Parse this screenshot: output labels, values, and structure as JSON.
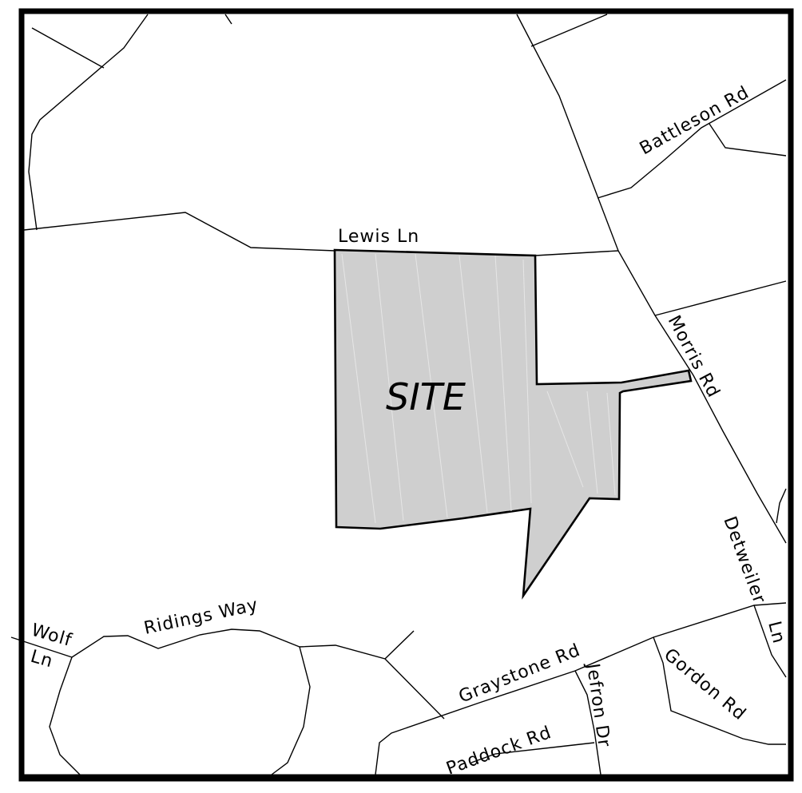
{
  "map": {
    "site_label": "SITE",
    "roads": {
      "lewis": "Lewis Ln",
      "battleson": "Battleson Rd",
      "morris": "Morris Rd",
      "detweiler_1": "Detweiler",
      "detweiler_2": "Ln",
      "ridings": "Ridings Way",
      "wolf_1": "Wolf",
      "wolf_2": "Ln",
      "graystone": "Graystone Rd",
      "jefron": "Jefron Dr",
      "gordon": "Gordon Rd",
      "paddock": "Paddock Rd"
    },
    "colors": {
      "site_fill": "#cfcfcf",
      "line": "#000000",
      "background": "#ffffff"
    }
  }
}
